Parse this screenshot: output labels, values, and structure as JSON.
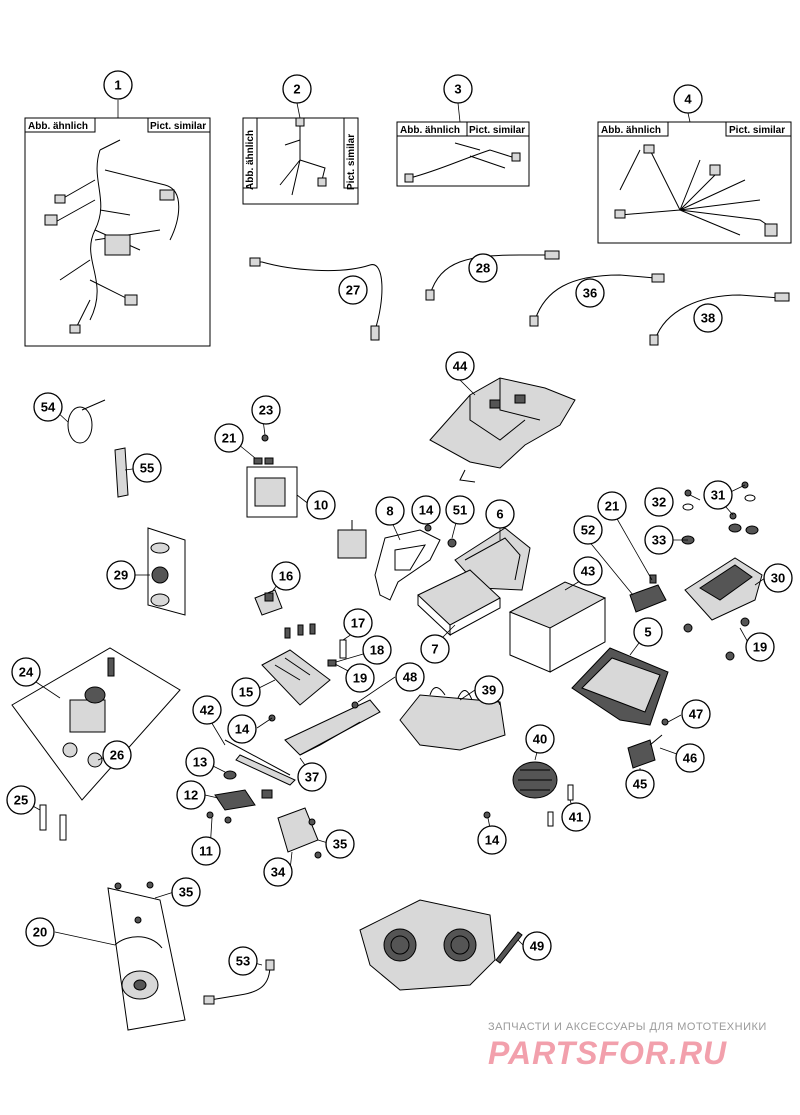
{
  "labels": {
    "abb": "Abb. ähnlich",
    "pict": "Pict. similar"
  },
  "callouts": [
    "1",
    "2",
    "3",
    "4",
    "27",
    "28",
    "36",
    "38",
    "44",
    "54",
    "55",
    "23",
    "21",
    "10",
    "8",
    "14",
    "51",
    "6",
    "21",
    "52",
    "31",
    "32",
    "33",
    "30",
    "29",
    "16",
    "17",
    "18",
    "19",
    "15",
    "7",
    "43",
    "5",
    "19",
    "24",
    "26",
    "25",
    "42",
    "14",
    "48",
    "39",
    "13",
    "12",
    "11",
    "37",
    "40",
    "47",
    "46",
    "45",
    "41",
    "14",
    "34",
    "35",
    "35",
    "20",
    "53",
    "49"
  ],
  "watermark": {
    "line1": "ЗАПЧАСТИ И АКСЕССУАРЫ ДЛЯ МОТОТЕХНИКИ",
    "line2": "PARTSFOR.RU"
  }
}
